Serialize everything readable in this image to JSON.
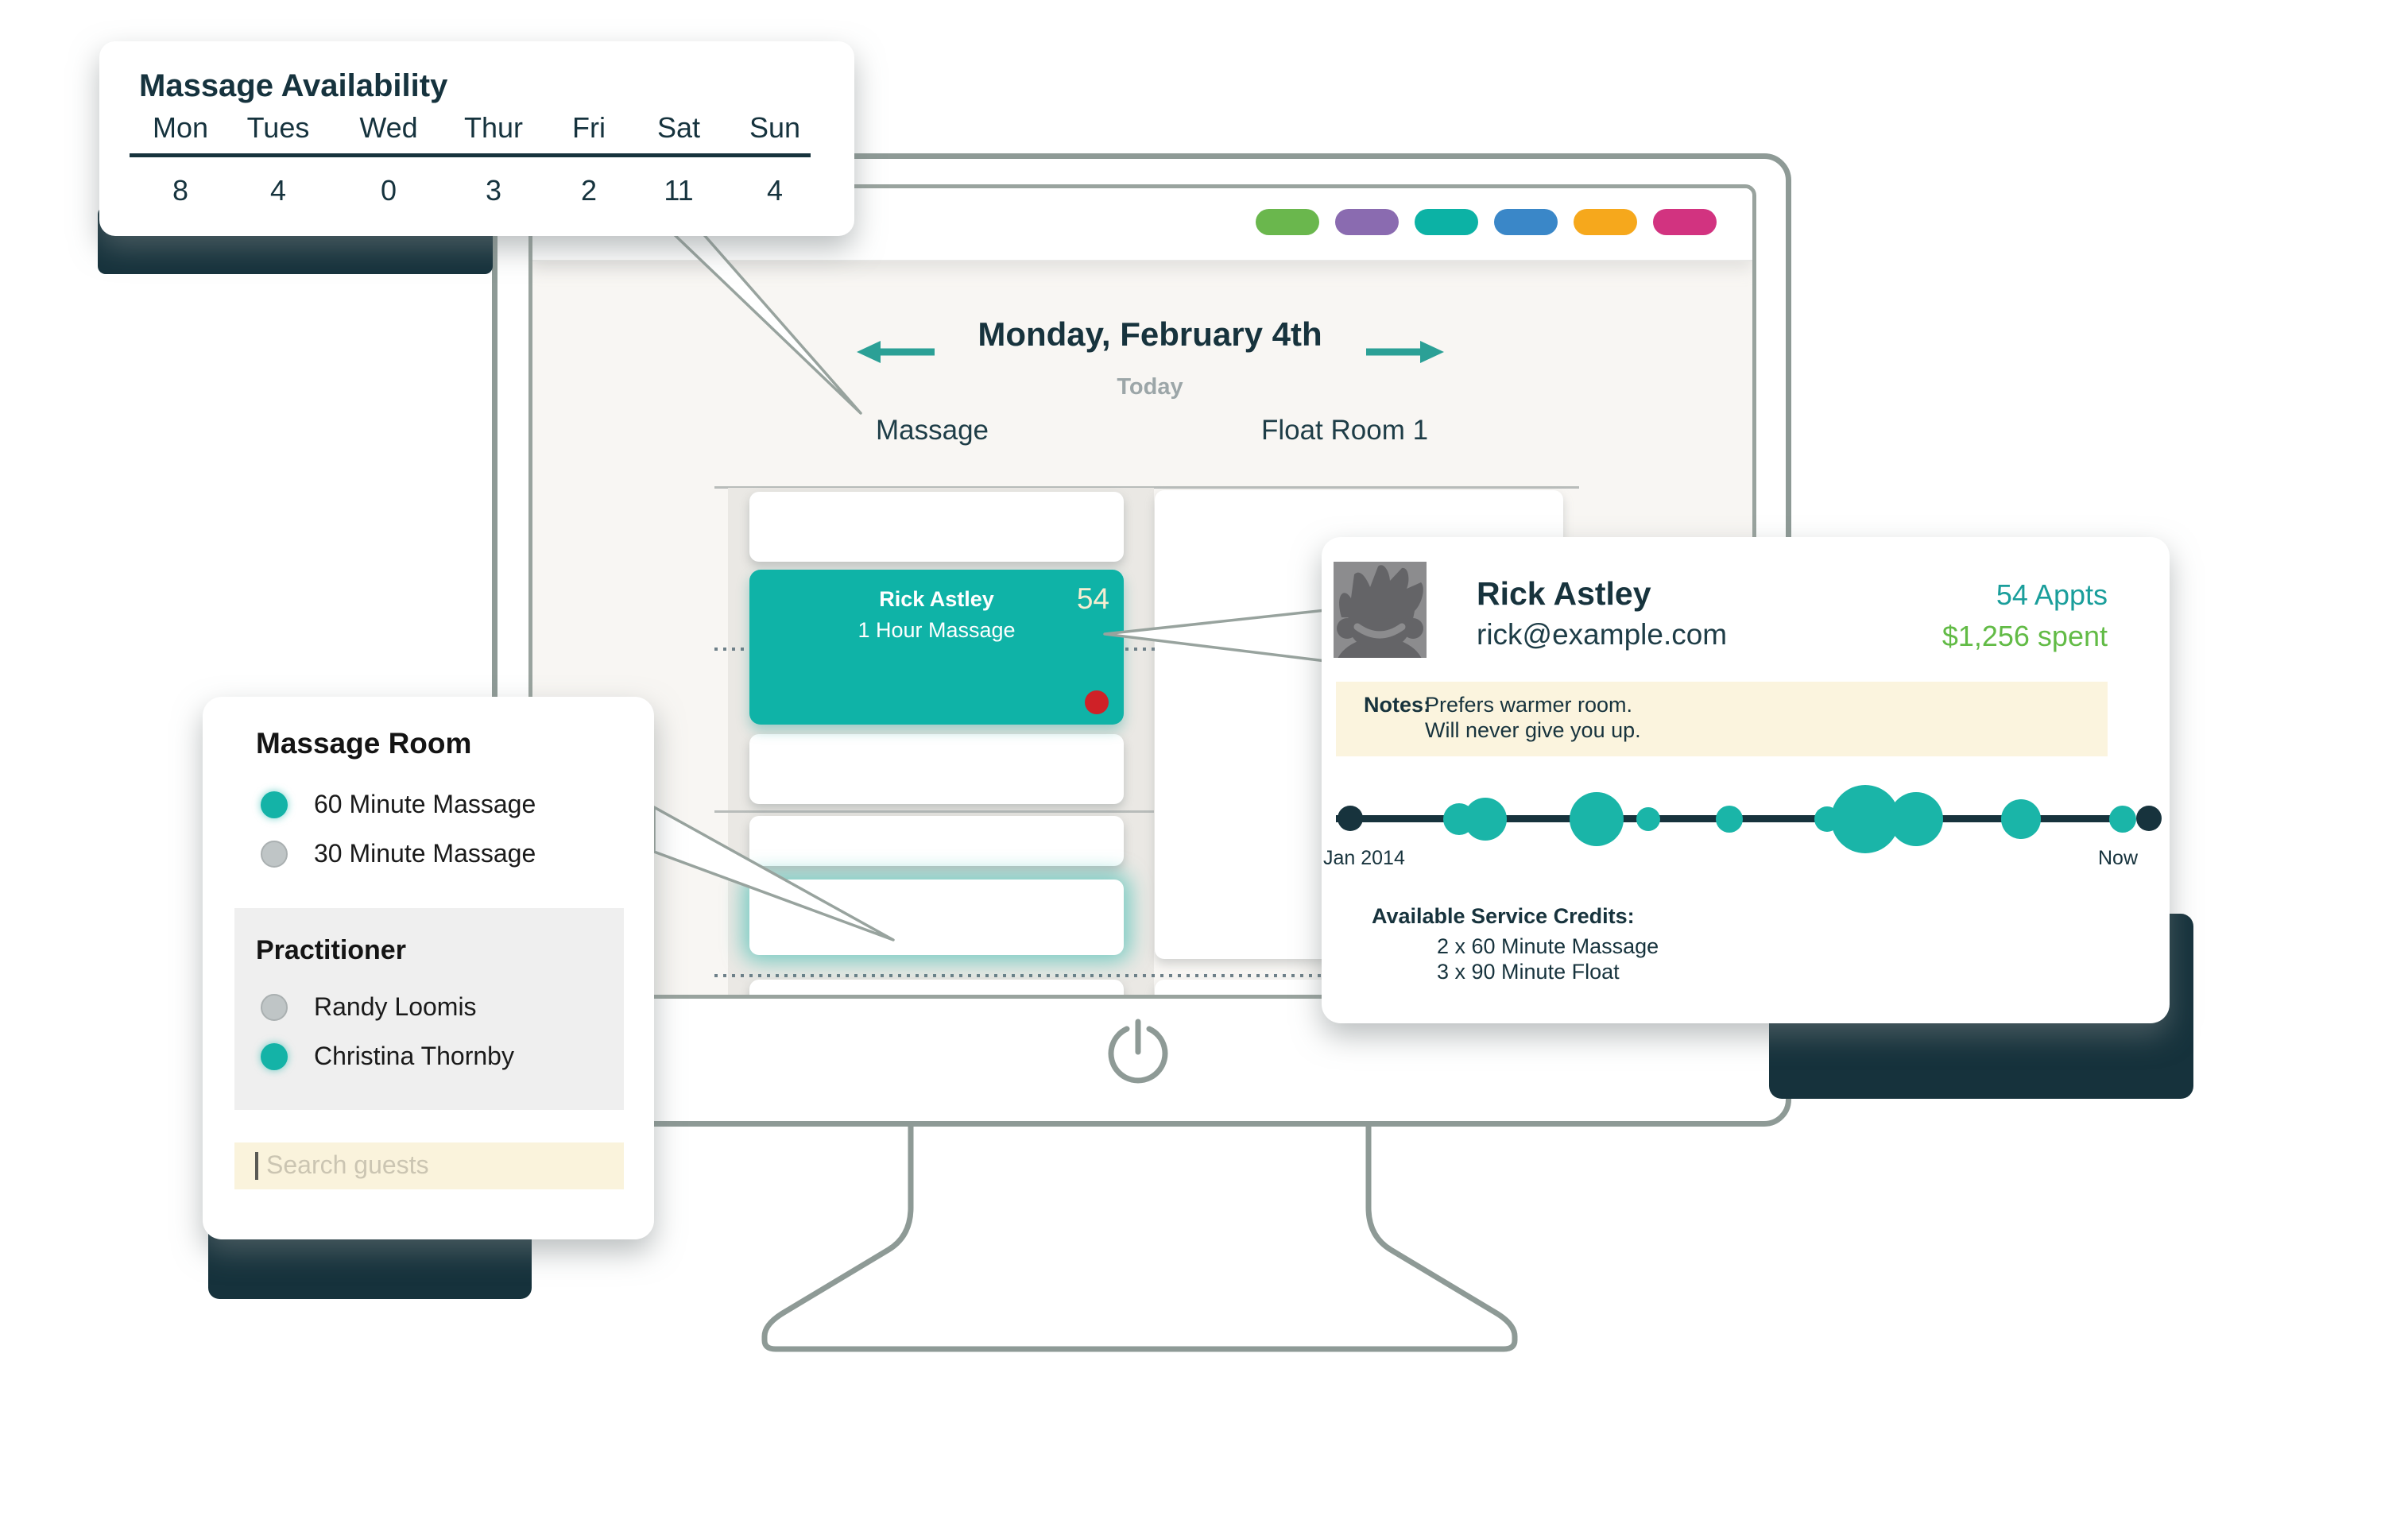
{
  "availability": {
    "title": "Massage Availability",
    "days": [
      {
        "label": "Mon",
        "value": "8"
      },
      {
        "label": "Tues",
        "value": "4"
      },
      {
        "label": "Wed",
        "value": "0"
      },
      {
        "label": "Thur",
        "value": "3"
      },
      {
        "label": "Fri",
        "value": "2"
      },
      {
        "label": "Sat",
        "value": "11"
      },
      {
        "label": "Sun",
        "value": "4"
      }
    ]
  },
  "monitor": {
    "pills": [
      "#6AB74D",
      "#8A6BB0",
      "#0CB2A5",
      "#3A87C8",
      "#F6A81C",
      "#D23380"
    ]
  },
  "calendar": {
    "date_title": "Monday, February 4th",
    "today_label": "Today",
    "columns": [
      "Massage",
      "Float Room 1"
    ],
    "event": {
      "guest_name": "Rick Astley",
      "count": "54",
      "service": "1 Hour Massage"
    }
  },
  "room_card": {
    "title": "Massage Room",
    "options": [
      {
        "label": "60 Minute Massage",
        "selected": true
      },
      {
        "label": "30 Minute Massage",
        "selected": false
      }
    ],
    "practitioner_heading": "Practitioner",
    "practitioners": [
      {
        "name": "Randy Loomis",
        "selected": false
      },
      {
        "name": "Christina Thornby",
        "selected": true
      }
    ],
    "search_placeholder": "Search guests"
  },
  "profile": {
    "name": "Rick Astley",
    "email": "rick@example.com",
    "appts": "54 Appts",
    "spent": "$1,256 spent",
    "notes_label": "Notes:",
    "notes_lines": [
      "Prefers warmer room.",
      "Will never give you up."
    ],
    "timeline": {
      "start_label": "Jan 2014",
      "end_label": "Now",
      "accent": "#1AB5A8",
      "points": [
        {
          "x_pct": 15.4,
          "r": 20
        },
        {
          "x_pct": 18.7,
          "r": 27
        },
        {
          "x_pct": 32.6,
          "r": 34
        },
        {
          "x_pct": 39.1,
          "r": 15
        },
        {
          "x_pct": 49.3,
          "r": 17
        },
        {
          "x_pct": 61.5,
          "r": 16
        },
        {
          "x_pct": 66.3,
          "r": 43
        },
        {
          "x_pct": 72.6,
          "r": 34
        },
        {
          "x_pct": 85.8,
          "r": 25
        },
        {
          "x_pct": 98.5,
          "r": 17
        }
      ]
    },
    "credits_heading": "Available Service Credits:",
    "credits": [
      "2 x 60 Minute Massage",
      "3 x 90 Minute Float"
    ]
  }
}
